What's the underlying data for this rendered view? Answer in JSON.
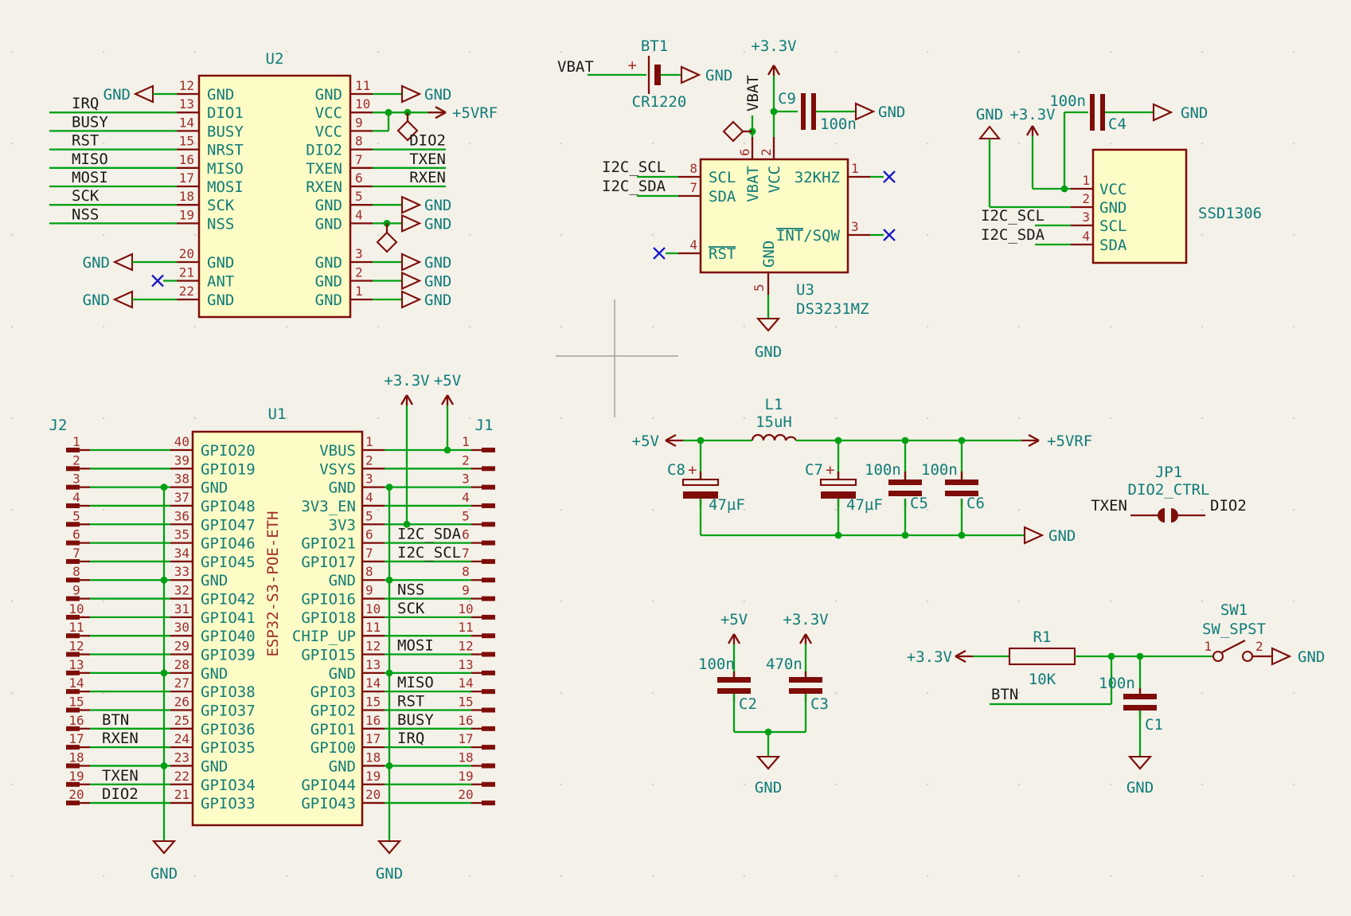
{
  "app": {
    "kind": "kicad-schematic-canvas"
  },
  "colors": {
    "background": "#F4F1E9",
    "wire_green": "#00A014",
    "symbol_red": "#7E0D08",
    "pin_number_red": "#A02C27",
    "text_teal": "#0F7C78",
    "label_black": "#1A1A18",
    "no_connect_blue": "#1A1AC4",
    "body_yellow": "#FEFCC6"
  },
  "u2": {
    "ref": "U2",
    "left_pins": [
      {
        "num": "12",
        "name": "GND",
        "net": "GND"
      },
      {
        "num": "13",
        "name": "DIO1",
        "net": "IRQ"
      },
      {
        "num": "14",
        "name": "BUSY",
        "net": "BUSY"
      },
      {
        "num": "15",
        "name": "NRST",
        "net": "RST"
      },
      {
        "num": "16",
        "name": "MISO",
        "net": "MISO"
      },
      {
        "num": "17",
        "name": "MOSI",
        "net": "MOSI"
      },
      {
        "num": "18",
        "name": "SCK",
        "net": "SCK"
      },
      {
        "num": "19",
        "name": "NSS",
        "net": "NSS"
      },
      {
        "num": "20",
        "name": "GND",
        "net": "GND"
      },
      {
        "num": "21",
        "name": "ANT"
      },
      {
        "num": "22",
        "name": "GND",
        "net": "GND"
      }
    ],
    "right_pins": [
      {
        "num": "11",
        "name": "GND",
        "net": "GND"
      },
      {
        "num": "10",
        "name": "VCC",
        "net": "+5VRF"
      },
      {
        "num": "9",
        "name": "VCC"
      },
      {
        "num": "8",
        "name": "DIO2",
        "net": "DIO2"
      },
      {
        "num": "7",
        "name": "TXEN",
        "net": "TXEN"
      },
      {
        "num": "6",
        "name": "RXEN",
        "net": "RXEN"
      },
      {
        "num": "5",
        "name": "GND",
        "net": "GND"
      },
      {
        "num": "4",
        "name": "GND",
        "net": "GND"
      },
      {
        "num": "3",
        "name": "GND",
        "net": "GND"
      },
      {
        "num": "2",
        "name": "GND",
        "net": "GND"
      },
      {
        "num": "1",
        "name": "GND",
        "net": "GND"
      }
    ]
  },
  "u1": {
    "ref": "U1",
    "value": "ESP32-S3-POE-ETH",
    "j2_ref": "J2",
    "j1_ref": "J1",
    "gnd_left": "GND",
    "gnd_right": "GND",
    "rail_33": "+3.3V",
    "rail_5": "+5V",
    "left_rows": [
      {
        "j2": "1",
        "num": "40",
        "name": "GPIO20"
      },
      {
        "j2": "2",
        "num": "39",
        "name": "GPIO19"
      },
      {
        "j2": "3",
        "num": "38",
        "name": "GND",
        "bus": true
      },
      {
        "j2": "4",
        "num": "37",
        "name": "GPIO48"
      },
      {
        "j2": "5",
        "num": "36",
        "name": "GPIO47"
      },
      {
        "j2": "6",
        "num": "35",
        "name": "GPIO46"
      },
      {
        "j2": "7",
        "num": "34",
        "name": "GPIO45"
      },
      {
        "j2": "8",
        "num": "33",
        "name": "GND",
        "bus": true
      },
      {
        "j2": "9",
        "num": "32",
        "name": "GPIO42"
      },
      {
        "j2": "10",
        "num": "31",
        "name": "GPIO41"
      },
      {
        "j2": "11",
        "num": "30",
        "name": "GPIO40"
      },
      {
        "j2": "12",
        "num": "29",
        "name": "GPIO39"
      },
      {
        "j2": "13",
        "num": "28",
        "name": "GND",
        "bus": true
      },
      {
        "j2": "14",
        "num": "27",
        "name": "GPIO38"
      },
      {
        "j2": "15",
        "num": "26",
        "name": "GPIO37"
      },
      {
        "j2": "16",
        "num": "25",
        "name": "GPIO36",
        "net": "BTN"
      },
      {
        "j2": "17",
        "num": "24",
        "name": "GPIO35",
        "net": "RXEN"
      },
      {
        "j2": "18",
        "num": "23",
        "name": "GND",
        "bus": true
      },
      {
        "j2": "19",
        "num": "22",
        "name": "GPIO34",
        "net": "TXEN"
      },
      {
        "j2": "20",
        "num": "21",
        "name": "GPIO33",
        "net": "DIO2"
      }
    ],
    "right_rows": [
      {
        "j1": "1",
        "num": "1",
        "name": "VBUS",
        "power": "+5V"
      },
      {
        "j1": "2",
        "num": "2",
        "name": "VSYS"
      },
      {
        "j1": "3",
        "num": "3",
        "name": "GND",
        "bus": true
      },
      {
        "j1": "4",
        "num": "4",
        "name": "3V3_EN"
      },
      {
        "j1": "5",
        "num": "5",
        "name": "3V3",
        "power": "+3.3V"
      },
      {
        "j1": "6",
        "num": "6",
        "name": "GPIO21",
        "net": "I2C_SDA"
      },
      {
        "j1": "7",
        "num": "7",
        "name": "GPIO17",
        "net": "I2C_SCL"
      },
      {
        "j1": "8",
        "num": "8",
        "name": "GND",
        "bus": true
      },
      {
        "j1": "9",
        "num": "9",
        "name": "GPIO16",
        "net": "NSS"
      },
      {
        "j1": "10",
        "num": "10",
        "name": "GPIO18",
        "net": "SCK"
      },
      {
        "j1": "11",
        "num": "11",
        "name": "CHIP_UP"
      },
      {
        "j1": "12",
        "num": "12",
        "name": "GPIO15",
        "net": "MOSI"
      },
      {
        "j1": "13",
        "num": "13",
        "name": "GND",
        "bus": true
      },
      {
        "j1": "14",
        "num": "14",
        "name": "GPIO3",
        "net": "MISO"
      },
      {
        "j1": "15",
        "num": "15",
        "name": "GPIO2",
        "net": "RST"
      },
      {
        "j1": "16",
        "num": "16",
        "name": "GPIO1",
        "net": "BUSY"
      },
      {
        "j1": "17",
        "num": "17",
        "name": "GPIO0",
        "net": "IRQ"
      },
      {
        "j1": "18",
        "num": "18",
        "name": "GND",
        "bus": true
      },
      {
        "j1": "19",
        "num": "19",
        "name": "GPIO44"
      },
      {
        "j1": "20",
        "num": "20",
        "name": "GPIO43"
      }
    ]
  },
  "u3": {
    "ref": "U3",
    "value": "DS3231MZ",
    "battery": {
      "ref": "BT1",
      "value": "CR1220",
      "net": "VBAT",
      "plus": "+",
      "gnd": "GND"
    },
    "rail": "+3.3V",
    "vbat_label": "VBAT",
    "c9": {
      "ref": "C9",
      "value": "100n",
      "gnd": "GND"
    },
    "scl_label": "I2C_SCL",
    "sda_label": "I2C_SDA",
    "pin_scl": {
      "num": "8",
      "name": "SCL"
    },
    "pin_sda": {
      "num": "7",
      "name": "SDA"
    },
    "pin_rst": {
      "num": "4",
      "name": "RST"
    },
    "pin_32k": {
      "num": "1",
      "name": "32KHZ"
    },
    "pin_int": {
      "num": "3",
      "name": "INT/SQW"
    },
    "pin_vbat": {
      "num": "6",
      "name": "VBAT"
    },
    "pin_vcc": {
      "num": "2",
      "name": "VCC"
    },
    "pin_gnd": {
      "num": "5",
      "name": "GND"
    },
    "gnd": "GND"
  },
  "oled": {
    "value": "SSD1306",
    "gnd_top": "GND",
    "rail": "+3.3V",
    "c4": {
      "ref": "C4",
      "value": "100n",
      "gnd": "GND"
    },
    "scl_label": "I2C_SCL",
    "sda_label": "I2C_SDA",
    "pins": [
      {
        "num": "1",
        "name": "VCC"
      },
      {
        "num": "2",
        "name": "GND"
      },
      {
        "num": "3",
        "name": "SCL"
      },
      {
        "num": "4",
        "name": "SDA"
      }
    ]
  },
  "filter": {
    "input": "+5V",
    "output": "+5VRF",
    "gnd": "GND",
    "l1": {
      "ref": "L1",
      "value": "15uH"
    },
    "c8": {
      "ref": "C8",
      "value": "47µF",
      "plus": "+"
    },
    "c7": {
      "ref": "C7",
      "value": "47µF",
      "plus": "+"
    },
    "c5": {
      "ref": "C5",
      "value": "100n"
    },
    "c6": {
      "ref": "C6",
      "value": "100n"
    }
  },
  "jp1": {
    "ref": "JP1",
    "value": "DIO2_CTRL",
    "left_net": "TXEN",
    "right_net": "DIO2"
  },
  "decouple": {
    "c2": {
      "ref": "C2",
      "value": "100n",
      "rail": "+5V"
    },
    "c3": {
      "ref": "C3",
      "value": "470n",
      "rail": "+3.3V"
    },
    "gnd": "GND"
  },
  "button": {
    "rail": "+3.3V",
    "r1": {
      "ref": "R1",
      "value": "10K"
    },
    "btn_net": "BTN",
    "c1": {
      "ref": "C1",
      "value": "100n"
    },
    "sw": {
      "ref": "SW1",
      "value": "SW_SPST",
      "pin1": "1",
      "pin2": "2"
    },
    "gnd_right": "GND",
    "gnd_bottom": "GND"
  }
}
